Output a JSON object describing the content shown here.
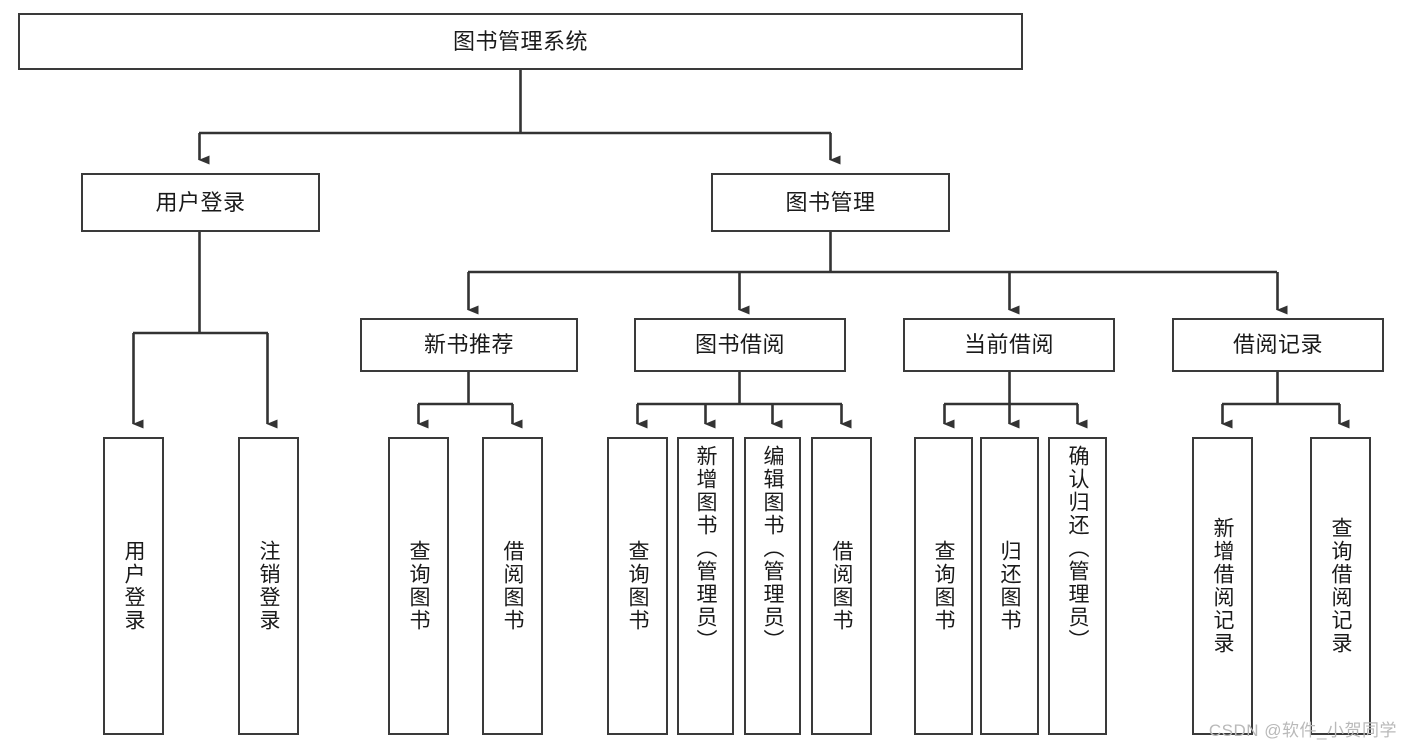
{
  "diagram": {
    "type": "hierarchy-tree",
    "title": "图书管理系统",
    "root": {
      "id": "root",
      "label": "图书管理系统",
      "level": 0
    },
    "level1": [
      {
        "id": "user-login",
        "label": "用户登录"
      },
      {
        "id": "book-manage",
        "label": "图书管理"
      }
    ],
    "level2": [
      {
        "id": "new-book-recommend",
        "label": "新书推荐",
        "parent": "book-manage"
      },
      {
        "id": "book-borrow",
        "label": "图书借阅",
        "parent": "book-manage"
      },
      {
        "id": "current-borrow",
        "label": "当前借阅",
        "parent": "book-manage"
      },
      {
        "id": "borrow-record",
        "label": "借阅记录",
        "parent": "book-manage"
      }
    ],
    "leaves": [
      {
        "id": "leaf-user-login",
        "label": "用户登录",
        "parent": "user-login"
      },
      {
        "id": "leaf-logout-login",
        "label": "注销登录",
        "parent": "user-login"
      },
      {
        "id": "leaf-query-book-1",
        "label": "查询图书",
        "parent": "new-book-recommend"
      },
      {
        "id": "leaf-borrow-book-1",
        "label": "借阅图书",
        "parent": "new-book-recommend"
      },
      {
        "id": "leaf-query-book-2",
        "label": "查询图书",
        "parent": "book-borrow"
      },
      {
        "id": "leaf-add-book-admin",
        "label": "新增图书（管理员）",
        "parent": "book-borrow"
      },
      {
        "id": "leaf-edit-book-admin",
        "label": "编辑图书（管理员）",
        "parent": "book-borrow"
      },
      {
        "id": "leaf-borrow-book-2",
        "label": "借阅图书",
        "parent": "book-borrow"
      },
      {
        "id": "leaf-query-book-3",
        "label": "查询图书",
        "parent": "current-borrow"
      },
      {
        "id": "leaf-return-book",
        "label": "归还图书",
        "parent": "current-borrow"
      },
      {
        "id": "leaf-confirm-return-admin",
        "label": "确认归还（管理员）",
        "parent": "current-borrow"
      },
      {
        "id": "leaf-add-borrow-record",
        "label": "新增借阅记录",
        "parent": "borrow-record"
      },
      {
        "id": "leaf-query-borrow-record",
        "label": "查询借阅记录",
        "parent": "borrow-record"
      }
    ]
  },
  "watermark": {
    "text": "CSDN @软件_小贺同学"
  },
  "colors": {
    "box_border": "#3a3a3a",
    "box_fill": "#ffffff",
    "connector": "#333333",
    "text": "#1a1a1a",
    "watermark": "#b9b9b9"
  }
}
